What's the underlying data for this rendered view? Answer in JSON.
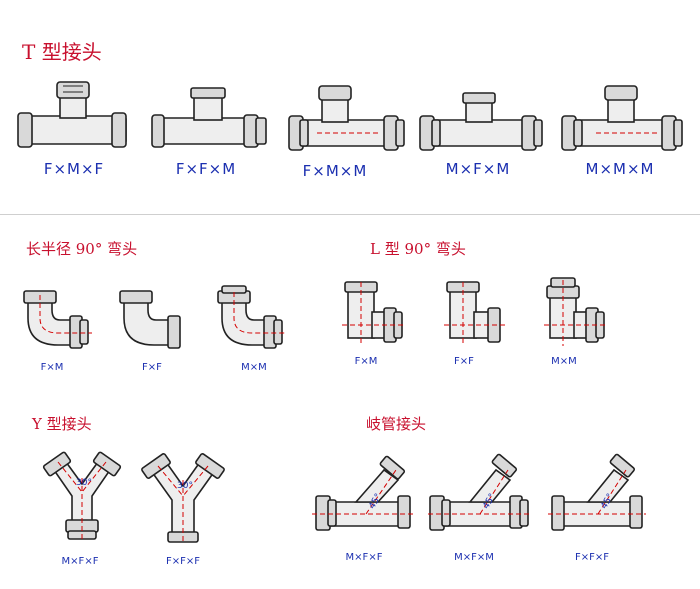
{
  "sections": {
    "tee": {
      "title": "T 型接头",
      "labels": [
        "F×M×F",
        "F×F×M",
        "F×M×M",
        "M×F×M",
        "M×M×M"
      ]
    },
    "long_radius_elbow": {
      "title": "长半径 90° 弯头",
      "labels": [
        "F×M",
        "F×F",
        "M×M"
      ]
    },
    "l_elbow": {
      "title": "L 型 90° 弯头",
      "labels": [
        "F×M",
        "F×F",
        "M×M"
      ]
    },
    "wye": {
      "title": "Y 型接头",
      "labels": [
        "M×F×F",
        "F×F×F"
      ],
      "angle_mark": "30°"
    },
    "lateral": {
      "title": "岐管接头",
      "labels": [
        "M×F×F",
        "M×F×M",
        "F×F×F"
      ],
      "angle_mark": "45°"
    }
  },
  "colors": {
    "title": "#c8102e",
    "label": "#1b2fb0",
    "outline": "#222222",
    "fill": "#eeeeee",
    "centerline": "#d40000"
  }
}
